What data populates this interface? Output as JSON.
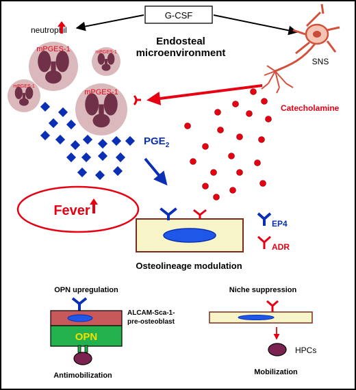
{
  "texts": {
    "gcsf": "G-CSF",
    "neutrophil": "neutrophil",
    "endosteal_line1": "Endosteal",
    "endosteal_line2": "microenvironment",
    "sns": "SNS",
    "mpges1": "mPGES-1",
    "catecholamine": "Catecholamine",
    "pge_main": "PGE",
    "pge_sub": "2",
    "fever": "Fever",
    "ep4": "EP4",
    "adr": "ADR",
    "osteolineage": "Osteolineage modulation",
    "opn_upregulation": "OPN upregulation",
    "alcam_line1": "ALCAM-Sca-1-",
    "alcam_line2": "pre-osteoblast",
    "opn": "OPN",
    "antimobilization": "Antimobilization",
    "niche_suppression": "Niche suppression",
    "hpcs": "HPCs",
    "mobilization": "Mobilization"
  },
  "colors": {
    "red": "#e60012",
    "blue": "#0b2fb4",
    "cell_fill": "#f7f4c8",
    "cell_border": "#7a2a1a",
    "ellipse_blue": "#1f57e8",
    "neutrophil_bg": "#d7b0b4",
    "neutrophil_nucleus": "#6f3048",
    "opn_green": "#22b14c",
    "opn_text": "#f5e000",
    "preost_top": "#c8595a",
    "hpc_fill": "#7b2250"
  }
}
